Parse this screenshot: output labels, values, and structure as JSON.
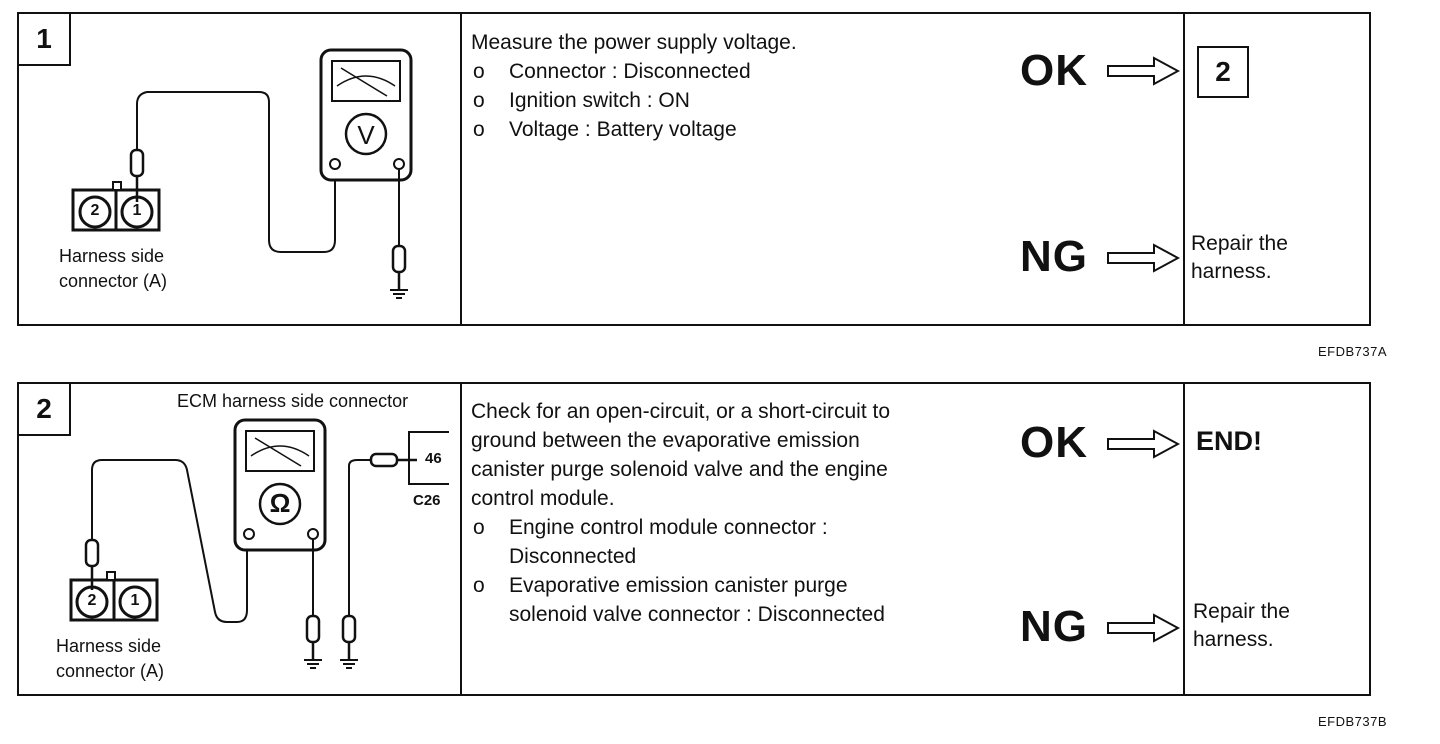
{
  "step1": {
    "number": "1",
    "connector_label_line1": "Harness side",
    "connector_label_line2": "connector (A)",
    "pin_a": "2",
    "pin_b": "1",
    "meter_symbol": "V",
    "instruction_title": "Measure the power supply voltage.",
    "bullets": [
      {
        "mark": "o",
        "text": "Connector : Disconnected"
      },
      {
        "mark": "o",
        "text": "Ignition switch : ON"
      },
      {
        "mark": "o",
        "text": "Voltage : Battery voltage"
      }
    ],
    "ok_label": "OK",
    "ng_label": "NG",
    "ok_result": "2",
    "ng_result_line1": "Repair the",
    "ng_result_line2": "harness.",
    "figure_code": "EFDB737A"
  },
  "step2": {
    "number": "2",
    "ecm_label": "ECM harness side connector",
    "ecm_pin": "46",
    "ecm_connector": "C26",
    "connector_label_line1": "Harness side",
    "connector_label_line2": "connector (A)",
    "pin_a": "2",
    "pin_b": "1",
    "meter_symbol": "Ω",
    "instruction_lines": [
      "Check for an open-circuit, or a short-circuit to",
      "ground between the evaporative emission",
      "canister purge solenoid valve and the engine",
      "control module."
    ],
    "bullets": [
      {
        "mark": "o",
        "line1": "Engine control module connector :",
        "line2": "Disconnected"
      },
      {
        "mark": "o",
        "line1": "Evaporative emission canister purge",
        "line2": "solenoid valve connector : Disconnected"
      }
    ],
    "ok_label": "OK",
    "ng_label": "NG",
    "ok_result": "END!",
    "ng_result_line1": "Repair the",
    "ng_result_line2": "harness.",
    "figure_code": "EFDB737B"
  },
  "colors": {
    "ink": "#111111",
    "paper": "#ffffff"
  }
}
